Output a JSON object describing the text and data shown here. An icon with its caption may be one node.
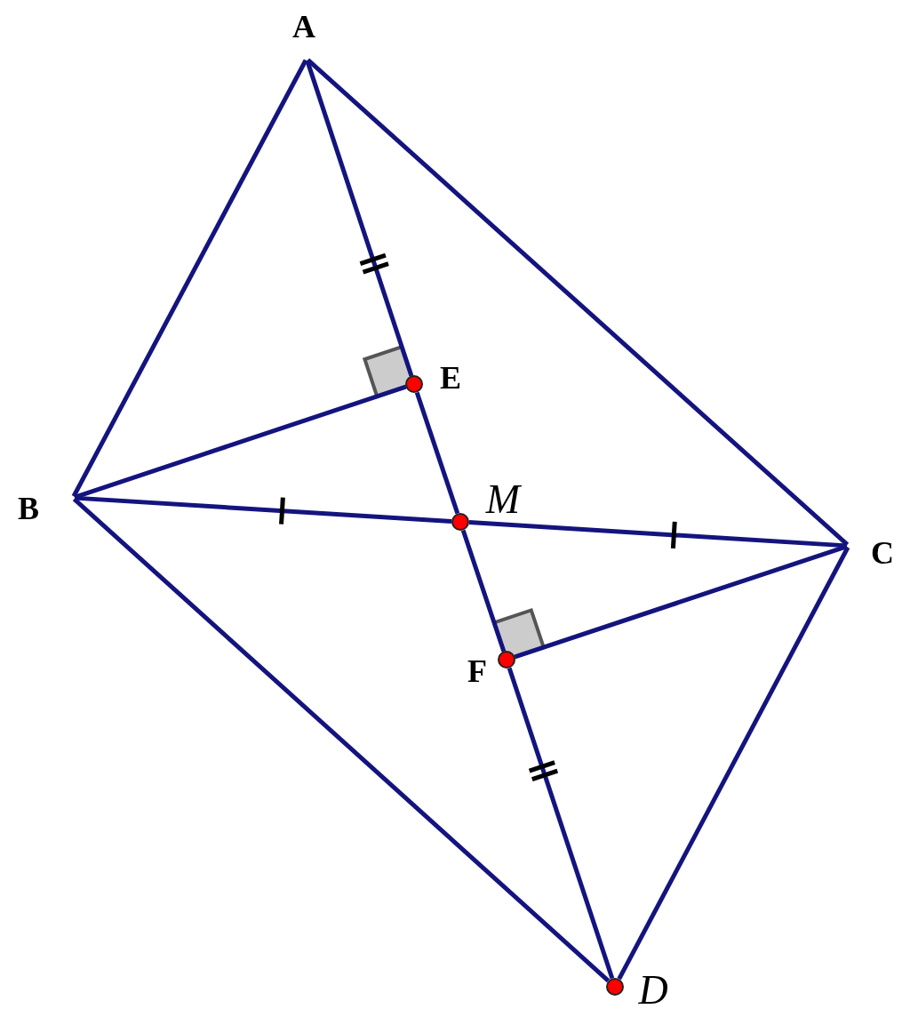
{
  "diagram": {
    "nodes": [
      {
        "text": [
          "A"
        ]
      },
      {
        "text": [
          "B"
        ]
      },
      {
        "text": [
          "C"
        ]
      },
      {
        "text": [
          "D"
        ]
      },
      {
        "text": [
          "E"
        ]
      },
      {
        "text": [
          "F"
        ]
      },
      {
        "text": [
          "M"
        ]
      }
    ],
    "edges": [
      {
        "from": 0,
        "to": 1,
        "arrow": "none"
      },
      {
        "from": 0,
        "to": 2,
        "arrow": "none"
      },
      {
        "from": 1,
        "to": 3,
        "arrow": "none"
      },
      {
        "from": 2,
        "to": 3,
        "arrow": "none"
      },
      {
        "from": 0,
        "to": 4,
        "arrow": "none"
      },
      {
        "from": 4,
        "to": 6,
        "arrow": "none"
      },
      {
        "from": 6,
        "to": 5,
        "arrow": "none"
      },
      {
        "from": 5,
        "to": 3,
        "arrow": "none"
      },
      {
        "from": 1,
        "to": 4,
        "arrow": "none"
      },
      {
        "from": 2,
        "to": 5,
        "arrow": "none"
      },
      {
        "from": 1,
        "to": 6,
        "arrow": "none"
      },
      {
        "from": 6,
        "to": 2,
        "arrow": "none"
      }
    ]
  }
}
